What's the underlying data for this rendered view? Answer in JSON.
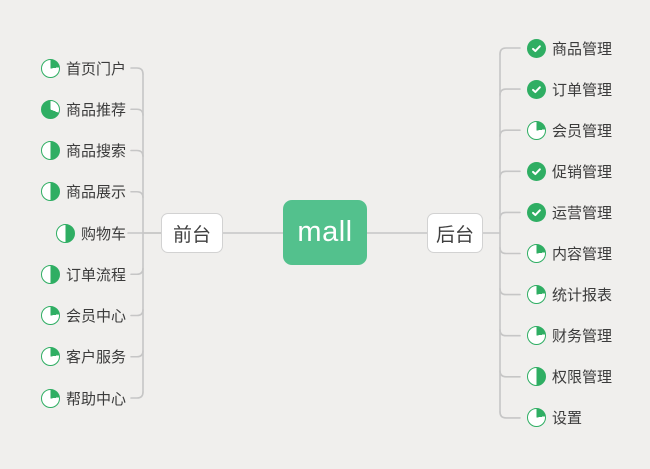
{
  "root": {
    "label": "mall"
  },
  "branches": {
    "left": {
      "label": "前台",
      "items": [
        {
          "label": "首页门户",
          "icon": "progress-quarter"
        },
        {
          "label": "商品推荐",
          "icon": "progress-two-thirds"
        },
        {
          "label": "商品搜索",
          "icon": "progress-half"
        },
        {
          "label": "商品展示",
          "icon": "progress-half"
        },
        {
          "label": "购物车",
          "icon": "progress-half"
        },
        {
          "label": "订单流程",
          "icon": "progress-half"
        },
        {
          "label": "会员中心",
          "icon": "progress-quarter"
        },
        {
          "label": "客户服务",
          "icon": "progress-quarter"
        },
        {
          "label": "帮助中心",
          "icon": "progress-quarter"
        }
      ]
    },
    "right": {
      "label": "后台",
      "items": [
        {
          "label": "商品管理",
          "icon": "progress-done"
        },
        {
          "label": "订单管理",
          "icon": "progress-done"
        },
        {
          "label": "会员管理",
          "icon": "progress-quarter"
        },
        {
          "label": "促销管理",
          "icon": "progress-done"
        },
        {
          "label": "运营管理",
          "icon": "progress-done"
        },
        {
          "label": "内容管理",
          "icon": "progress-quarter"
        },
        {
          "label": "统计报表",
          "icon": "progress-quarter"
        },
        {
          "label": "财务管理",
          "icon": "progress-quarter"
        },
        {
          "label": "权限管理",
          "icon": "progress-half"
        },
        {
          "label": "设置",
          "icon": "progress-quarter"
        }
      ]
    }
  },
  "colors": {
    "accent_green": "#2fae63",
    "root_green": "#53c18d",
    "background": "#f0efed",
    "line": "#c6c6c6",
    "text": "#3b3b3b",
    "node_border": "#d2d2d2",
    "node_text": "#3f3f3f"
  }
}
